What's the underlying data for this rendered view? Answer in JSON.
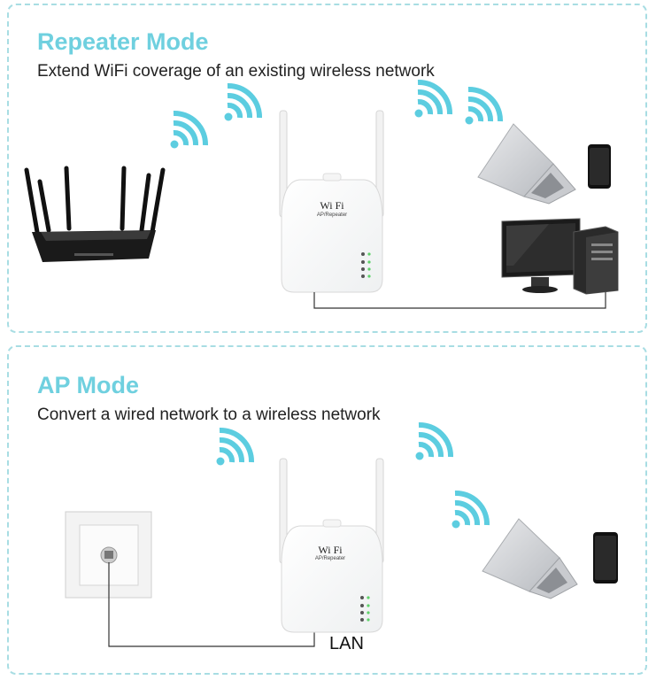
{
  "repeater": {
    "title": "Repeater Mode",
    "subtitle": "Extend WiFi coverage of an existing wireless network"
  },
  "ap": {
    "title": "AP Mode",
    "subtitle": "Convert a wired network to a wireless network",
    "port_label": "LAN"
  },
  "device": {
    "brand_text": "Wi Fi",
    "model_text": "AP/Repeater"
  },
  "colors": {
    "accent": "#6fd0df",
    "wifi": "#5ccde0",
    "border": "#a8dde3"
  }
}
